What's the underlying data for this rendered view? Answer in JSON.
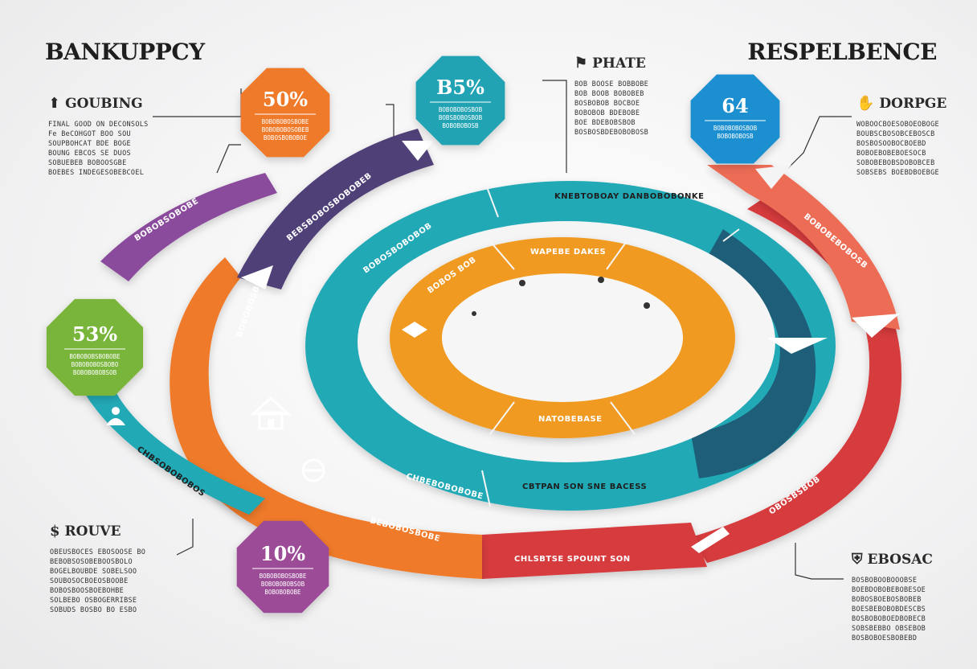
{
  "titles": {
    "left": "BANKUPPCY",
    "right": "RESPELBENCE",
    "center_top": "PHATE"
  },
  "side_blocks": {
    "top_left": {
      "icon": "arrow-up-icon",
      "heading": "GOUBING",
      "lines": [
        "FINAL GOOD ON DECONSOLS",
        "Fe BeCOHGOT BOO SOU",
        "SOUPBOHCAT BDE BOGE",
        "BOUNG EBCOS SE DUOS",
        "SOBUEBEB BOBOOSGBE",
        "BOEBES INDEGESOBEBCOEL"
      ]
    },
    "bottom_left": {
      "icon": "dollar-icon",
      "heading": "ROUVE",
      "lines": [
        "OBEUSBOCES EBOSOOSE BO",
        "BEBOBSOSOBEBOOSBOLO",
        "BOGELBOUBDE SOBELSOO",
        "SOUBOSOCBOEOSBOOBE",
        "BOBOSBOOSBOEBOHBE",
        "SOLBEBO OSBOGERRIBSE",
        "SOBUDS BOSBO BO ESBO"
      ]
    },
    "top_right": {
      "icon": "hand-icon",
      "heading": "DORPGE",
      "lines": [
        "WOBOOCBOESOBOEOBOGE",
        "BOUBSCBOSOBCEBOSCB",
        "BOSBOSOOBOCBOEBD",
        "BOBOEBOBEBOESOCB",
        "SOBOBEBOBSDOBOBCEB",
        "SOBSEBS BOEBDBOEBGE"
      ]
    },
    "bottom_right": {
      "icon": "shield-icon",
      "heading": "EBOSAC",
      "lines": [
        "BOSBOBOOBOOOBSE",
        "BOEBDOBOBEBOBESOE",
        "BOBOSBOEBOSBOBEB",
        "BOESBEBOBOBDESCBS",
        "BOSBOBOBOEDBOBECB",
        "SOBSBEBBO OBSEBOB",
        "BOSBOBOESBOBEBD"
      ]
    },
    "center": {
      "lines": [
        "BOB BOOSE BOBBOBE",
        "BOB BOOB BOBOBEB",
        "BOSBOBOB BOCBOE",
        "BOBOBOB BDEBOBE",
        "BOE BDEBOBSBOB",
        "BOSBOSBDEBOBOBOSB"
      ]
    }
  },
  "octagons": [
    {
      "pct": "50%",
      "color": "#ef7a2a",
      "lines": [
        "BOBOBOBOSBOBE",
        "BOBOBOBOSOBEB",
        "BOBOSBOBOBOE"
      ]
    },
    {
      "pct": "B5%",
      "color": "#23a3b4",
      "lines": [
        "BOBOBOBOSBOB",
        "BOBSBOBOSBOB",
        "BOBOBOBOSB"
      ]
    },
    {
      "pct": "64",
      "color": "#1b8fd0",
      "lines": [
        "BOBOBOBOSBOB",
        "BOBOBOBOSB"
      ]
    },
    {
      "pct": "53%",
      "color": "#7ab53a",
      "lines": [
        "BOBOBOBSBOBOBE",
        "BOBOBOBOSBOBO",
        "BOBOBOBOBSOB"
      ]
    },
    {
      "pct": "10%",
      "color": "#9c4b97",
      "lines": [
        "BOBOBOBOSBOBE",
        "BOBOBOBOBSOB",
        "BOBOBOBOBE"
      ]
    }
  ],
  "ring_labels": {
    "purple": [
      "BOBOBSOBOBE",
      "BEBSBOBOSBOBOBEB"
    ],
    "teal_outer": [
      "BOBOSBOBOBOB",
      "CHBEBOBOBOBE"
    ],
    "orange_outer": [
      "BOBOBOSBOB",
      "BEBOBOSBOBE"
    ],
    "red": [
      "BOBOBEBOBOSB",
      "OBOSBSBOB"
    ],
    "orange_inner": [
      "BOBOS BOB"
    ],
    "blue_ring_top": "KNEBTOBOAY DANBOBOBONKE",
    "blue_ring_bottom": "CBTPAN SON SNE BACESS",
    "inner_top": "WAPEBE DAKES",
    "inner_bottom": "NATOBEBASE",
    "red_bottom": "CHLSBTSE SPOUNT SON",
    "green_arrow": "CHBSOBOBOBOS"
  },
  "colors": {
    "orange": "#ef7a2a",
    "teal": "#20a9b6",
    "purple": "#4f3f78",
    "violet": "#8a4c9c",
    "red": "#d63a3d",
    "coral": "#ec6c55",
    "navy": "#1f5e78",
    "amber": "#f19a22",
    "green": "#7ab53a",
    "blue": "#1b8fd0"
  }
}
